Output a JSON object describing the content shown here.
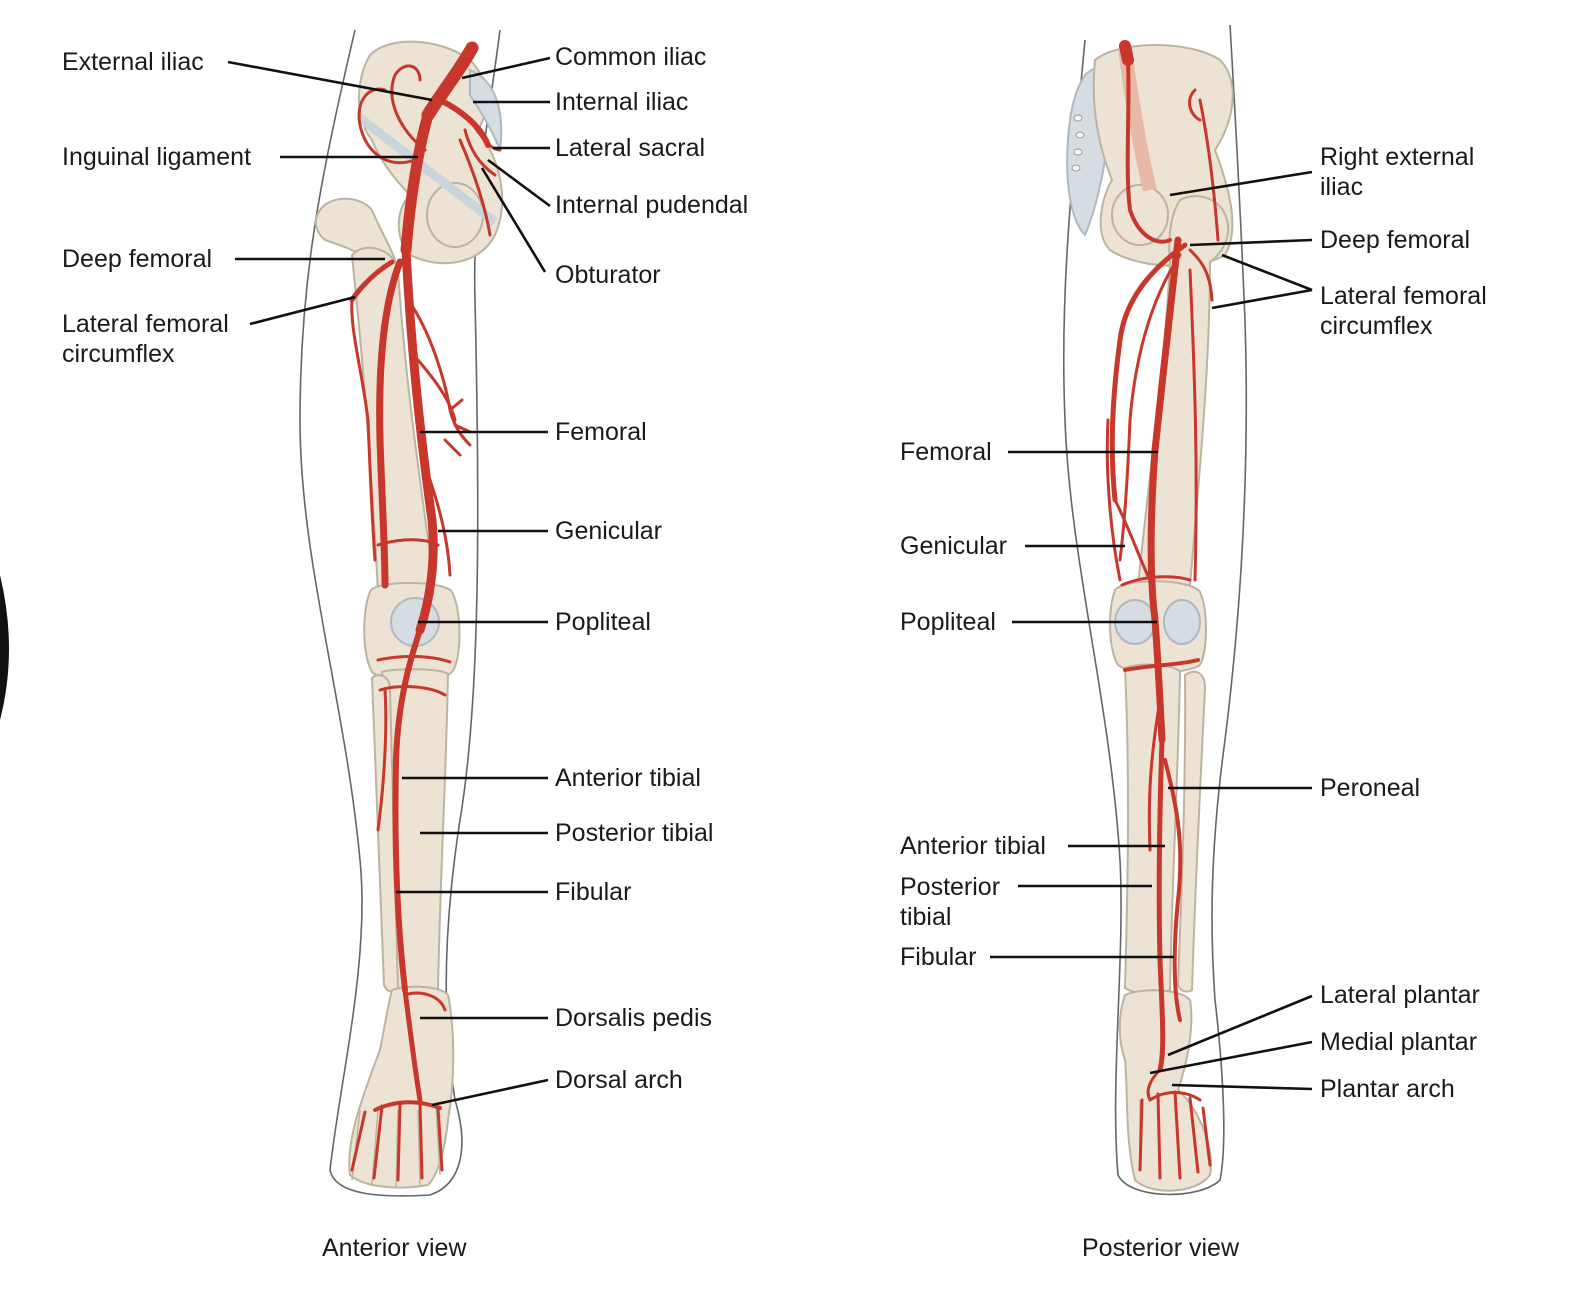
{
  "anterior": {
    "caption": "Anterior view",
    "labels": {
      "external_iliac": "External iliac",
      "inguinal_ligament": "Inguinal ligament",
      "deep_femoral": "Deep femoral",
      "lateral_femoral_circumflex": "Lateral femoral circumflex",
      "common_iliac": "Common iliac",
      "internal_iliac": "Internal iliac",
      "lateral_sacral": "Lateral sacral",
      "internal_pudendal": "Internal pudendal",
      "obturator": "Obturator",
      "femoral": "Femoral",
      "genicular": "Genicular",
      "popliteal": "Popliteal",
      "anterior_tibial": "Anterior tibial",
      "posterior_tibial": "Posterior tibial",
      "fibular": "Fibular",
      "dorsalis_pedis": "Dorsalis pedis",
      "dorsal_arch": "Dorsal arch"
    }
  },
  "posterior": {
    "caption": "Posterior view",
    "labels": {
      "right_external_iliac": "Right external iliac",
      "deep_femoral": "Deep femoral",
      "lateral_femoral_circumflex": "Lateral femoral circumflex",
      "femoral": "Femoral",
      "genicular": "Genicular",
      "popliteal": "Popliteal",
      "peroneal": "Peroneal",
      "anterior_tibial": "Anterior tibial",
      "posterior_tibial": "Posterior tibial",
      "fibular": "Fibular",
      "lateral_plantar": "Lateral plantar",
      "medial_plantar": "Medial plantar",
      "plantar_arch": "Plantar arch"
    }
  },
  "colors": {
    "artery": "#c8372b",
    "bone": "#ece3d4",
    "cartilage": "#d5dde3",
    "text": "#1a1a1a"
  }
}
